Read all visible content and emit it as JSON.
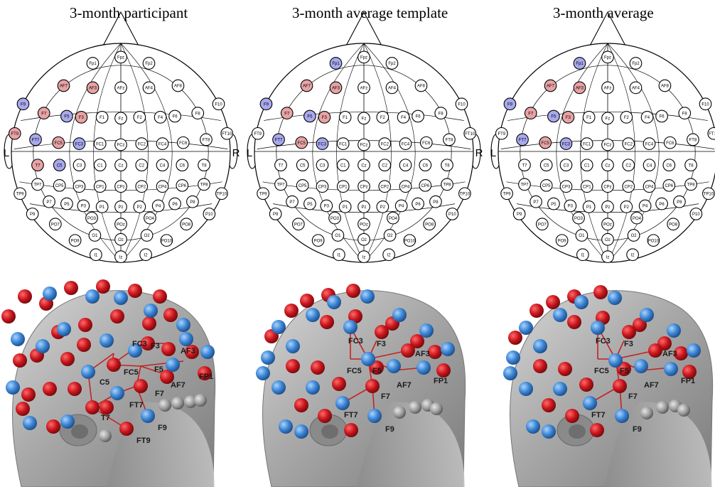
{
  "panels": [
    {
      "title": "3-month participant"
    },
    {
      "title": "3-month average template"
    },
    {
      "title": "3-month average"
    }
  ],
  "side_labels": {
    "left": "L",
    "right": "R"
  },
  "colors": {
    "red": "#e8a3a5",
    "blue": "#a9a9ee",
    "dot_red": "#c0161b",
    "dot_blue": "#3f86d2",
    "line": "#c42222"
  },
  "electrodes": [
    [
      "Fpz",
      0,
      -0.94
    ],
    [
      "Fp1",
      -0.27,
      -0.88
    ],
    [
      "Fp2",
      0.27,
      -0.88
    ],
    [
      "AF7",
      -0.55,
      -0.66
    ],
    [
      "AF3",
      -0.27,
      -0.64
    ],
    [
      "AFz",
      0,
      -0.64
    ],
    [
      "AF4",
      0.27,
      -0.64
    ],
    [
      "AF8",
      0.55,
      -0.66
    ],
    [
      "F9",
      -0.94,
      -0.48
    ],
    [
      "F7",
      -0.74,
      -0.39
    ],
    [
      "F5",
      -0.52,
      -0.36
    ],
    [
      "F3",
      -0.38,
      -0.35
    ],
    [
      "F1",
      -0.18,
      -0.35
    ],
    [
      "Fz",
      0,
      -0.34
    ],
    [
      "F2",
      0.18,
      -0.35
    ],
    [
      "F4",
      0.38,
      -0.35
    ],
    [
      "F6",
      0.52,
      -0.36
    ],
    [
      "F8",
      0.74,
      -0.39
    ],
    [
      "F10",
      0.94,
      -0.48
    ],
    [
      "FT9",
      -1.02,
      -0.19
    ],
    [
      "FT7",
      -0.82,
      -0.13
    ],
    [
      "FC5",
      -0.6,
      -0.1
    ],
    [
      "FC3",
      -0.4,
      -0.09
    ],
    [
      "FC1",
      -0.2,
      -0.09
    ],
    [
      "FCz",
      0,
      -0.08
    ],
    [
      "FC2",
      0.2,
      -0.09
    ],
    [
      "FC4",
      0.4,
      -0.09
    ],
    [
      "FC6",
      0.6,
      -0.1
    ],
    [
      "FT8",
      0.82,
      -0.13
    ],
    [
      "FT10",
      1.02,
      -0.19
    ],
    [
      "T7",
      -0.8,
      0.12
    ],
    [
      "C5",
      -0.59,
      0.12
    ],
    [
      "C3",
      -0.4,
      0.12
    ],
    [
      "C1",
      -0.2,
      0.12
    ],
    [
      "Cz",
      0,
      0.12
    ],
    [
      "C2",
      0.2,
      0.12
    ],
    [
      "C4",
      0.4,
      0.12
    ],
    [
      "C6",
      0.59,
      0.12
    ],
    [
      "T8",
      0.8,
      0.12
    ],
    [
      "TP7",
      -0.8,
      0.31
    ],
    [
      "CP5",
      -0.59,
      0.32
    ],
    [
      "CP3",
      -0.4,
      0.33
    ],
    [
      "CP1",
      -0.2,
      0.33
    ],
    [
      "CPz",
      0,
      0.33
    ],
    [
      "CP2",
      0.2,
      0.33
    ],
    [
      "CP4",
      0.4,
      0.33
    ],
    [
      "CP6",
      0.59,
      0.32
    ],
    [
      "TP8",
      0.8,
      0.31
    ],
    [
      "TP9",
      -0.97,
      0.4
    ],
    [
      "TP10",
      0.97,
      0.4
    ],
    [
      "P7",
      -0.69,
      0.48
    ],
    [
      "P5",
      -0.52,
      0.5
    ],
    [
      "P3",
      -0.36,
      0.52
    ],
    [
      "P1",
      -0.18,
      0.53
    ],
    [
      "Pz",
      0,
      0.53
    ],
    [
      "P2",
      0.18,
      0.53
    ],
    [
      "P4",
      0.36,
      0.52
    ],
    [
      "P6",
      0.52,
      0.5
    ],
    [
      "P8",
      0.69,
      0.48
    ],
    [
      "P9",
      -0.85,
      0.6
    ],
    [
      "P10",
      0.85,
      0.6
    ],
    [
      "PO7",
      -0.63,
      0.7
    ],
    [
      "PO3",
      -0.28,
      0.64
    ],
    [
      "POz",
      0,
      0.7
    ],
    [
      "PO4",
      0.28,
      0.64
    ],
    [
      "PO8",
      0.63,
      0.7
    ],
    [
      "PO9",
      -0.44,
      0.86
    ],
    [
      "O1",
      -0.25,
      0.81
    ],
    [
      "Oz",
      0,
      0.85
    ],
    [
      "O2",
      0.25,
      0.81
    ],
    [
      "PO10",
      0.44,
      0.86
    ],
    [
      "I1",
      -0.24,
      1.0
    ],
    [
      "Iz",
      0,
      1.02
    ],
    [
      "I2",
      0.24,
      1.0
    ]
  ],
  "highlights": [
    {
      "red": [
        "AF7",
        "AF3",
        "F7",
        "F3",
        "FT9",
        "FC5",
        "T7"
      ],
      "blue": [
        "F9",
        "F5",
        "FT7",
        "FC3",
        "C5"
      ]
    },
    {
      "red": [
        "AF7",
        "AF3",
        "F7",
        "F3",
        "FC5"
      ],
      "blue": [
        "Fp1",
        "F9",
        "F5",
        "FT7",
        "FC3"
      ]
    },
    {
      "red": [
        "AF7",
        "AF3",
        "F7",
        "F3",
        "FC5"
      ],
      "blue": [
        "Fp1",
        "F9",
        "F5",
        "FT7",
        "FC3"
      ]
    }
  ],
  "head_labels": [
    {
      "FC3": "FC3",
      "F3": "F3",
      "AF3": "AF3",
      "FC5": "FC5",
      "F5": "F5",
      "C5": "C5",
      "AF7": "AF7",
      "FP1": "FP1",
      "F7": "F7",
      "FT7": "FT7",
      "T7": "T7",
      "F9": "F9",
      "FT9": "FT9"
    },
    {
      "FC3": "FC3",
      "F3": "F3",
      "AF3": "AF3",
      "FC5": "FC5",
      "F5": "F5",
      "AF7": "AF7",
      "FP1": "FP1",
      "F7": "F7",
      "FT7": "FT7",
      "F9": "F9"
    },
    {
      "FC3": "FC3",
      "F3": "F3",
      "AF3": "AF3",
      "FC5": "FC5",
      "F5": "F5",
      "AF7": "AF7",
      "FP1": "FP1",
      "F7": "F7",
      "FT7": "FT7",
      "F9": "F9"
    }
  ]
}
